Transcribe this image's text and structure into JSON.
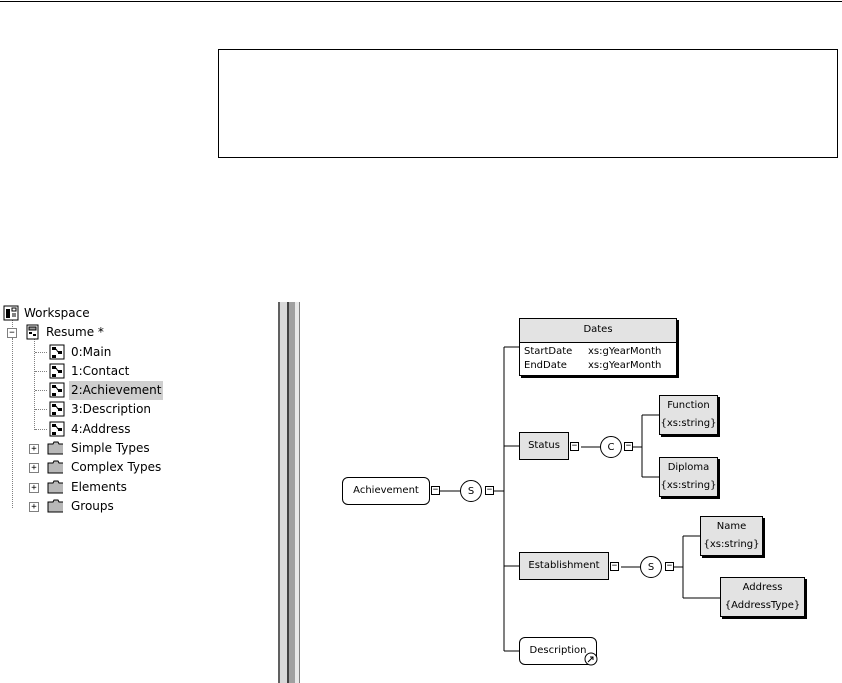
{
  "tree": {
    "workspace": {
      "label": "Workspace",
      "icon": "workspace-icon"
    },
    "project": {
      "label": "Resume *",
      "icon": "model-icon",
      "expander": "−"
    },
    "diagrams": [
      {
        "label": "0:Main",
        "icon": "diagram-icon"
      },
      {
        "label": "1:Contact",
        "icon": "diagram-icon"
      },
      {
        "label": "2:Achievement",
        "icon": "diagram-icon",
        "selected": true
      },
      {
        "label": "3:Description",
        "icon": "diagram-icon"
      },
      {
        "label": "4:Address",
        "icon": "diagram-icon"
      }
    ],
    "folders": [
      {
        "label": "Simple Types",
        "icon": "folder-icon",
        "expander": "+"
      },
      {
        "label": "Complex Types",
        "icon": "folder-icon",
        "expander": "+"
      },
      {
        "label": "Elements",
        "icon": "folder-icon",
        "expander": "+"
      },
      {
        "label": "Groups",
        "icon": "folder-icon",
        "expander": "+"
      }
    ]
  },
  "diagram": {
    "root": {
      "label": "Achievement"
    },
    "root_compositor": "S",
    "dates": {
      "title": "Dates",
      "rows": [
        {
          "name": "StartDate",
          "type": "xs:gYearMonth"
        },
        {
          "name": "EndDate",
          "type": "xs:gYearMonth"
        }
      ]
    },
    "status": {
      "label": "Status"
    },
    "status_compositor": "C",
    "function": {
      "label": "Function",
      "type": "{xs:string}"
    },
    "diploma": {
      "label": "Diploma",
      "type": "{xs:string}"
    },
    "establishment": {
      "label": "Establishment"
    },
    "establishment_compositor": "S",
    "name": {
      "label": "Name",
      "type": "{xs:string}"
    },
    "address": {
      "label": "Address",
      "type": "{AddressType}"
    },
    "description": {
      "label": "Description"
    }
  },
  "colors": {
    "box_fill": "#e3e3e3",
    "selection": "#cfcfcf",
    "splitter": "#a0a0a0"
  }
}
